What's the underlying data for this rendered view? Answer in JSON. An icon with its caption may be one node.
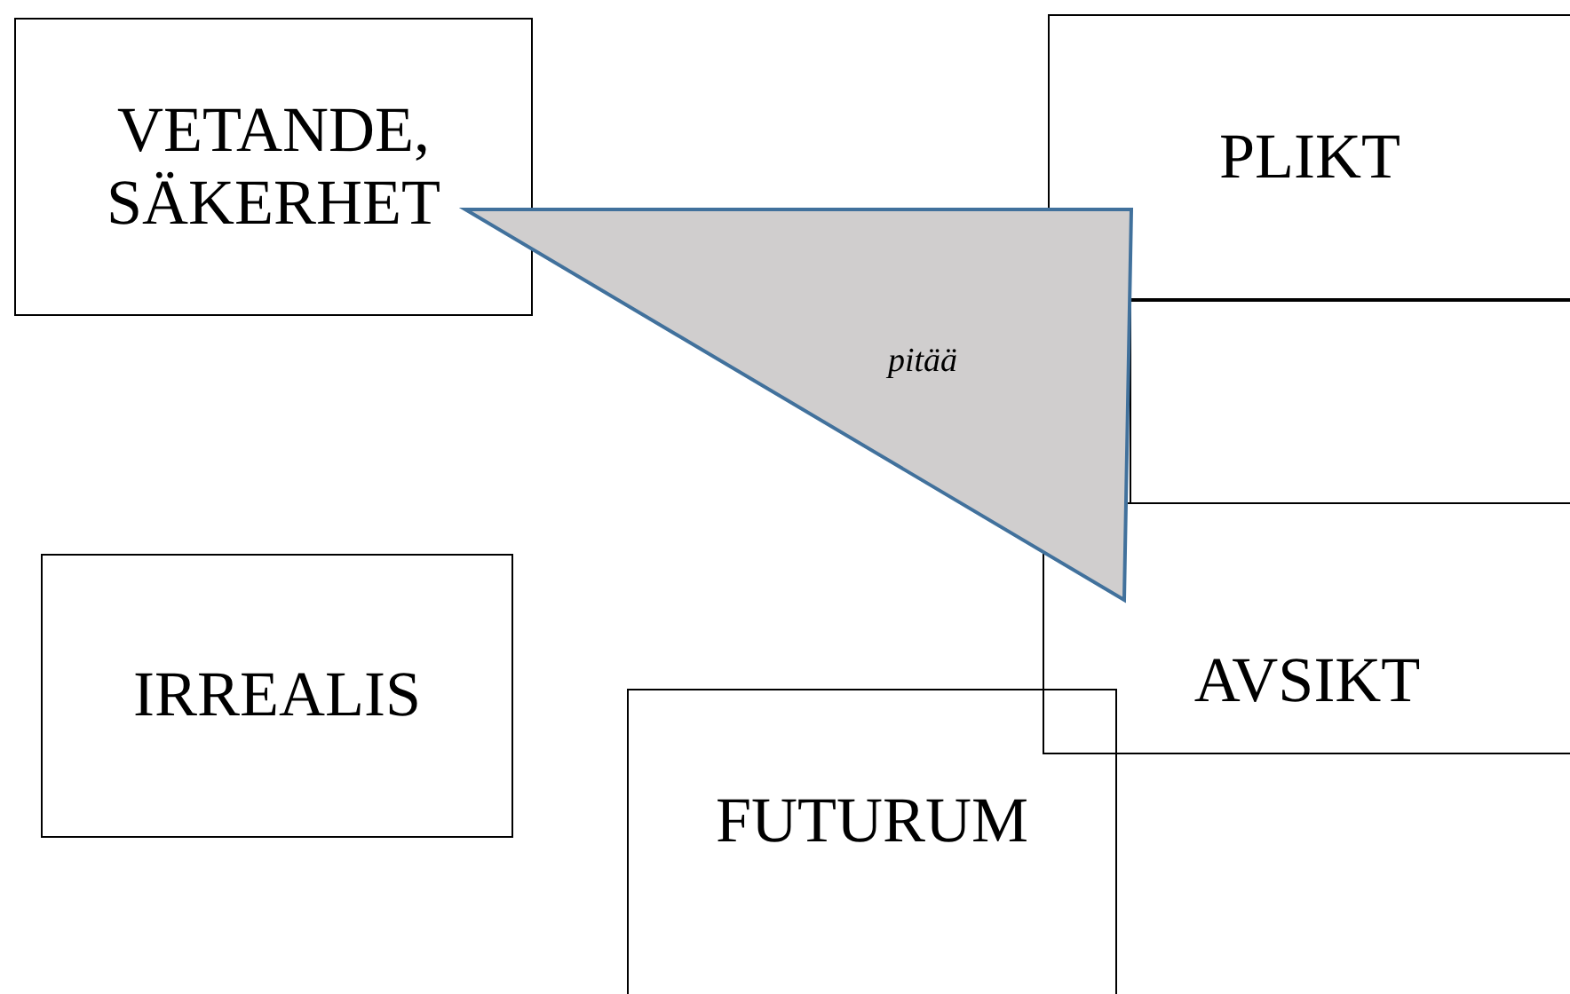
{
  "diagram": {
    "nodes": [
      {
        "text": [
          "VETANDE, SÄKERHET"
        ]
      },
      {
        "text": [
          "PLIKT"
        ]
      },
      {
        "text": [
          "pitää"
        ]
      },
      {
        "text": [],
        "shape": "box"
      },
      {
        "text": [
          "IRREALIS"
        ]
      },
      {
        "text": [
          "AVSIKT"
        ]
      },
      {
        "text": [
          "FUTURUM"
        ]
      }
    ]
  }
}
